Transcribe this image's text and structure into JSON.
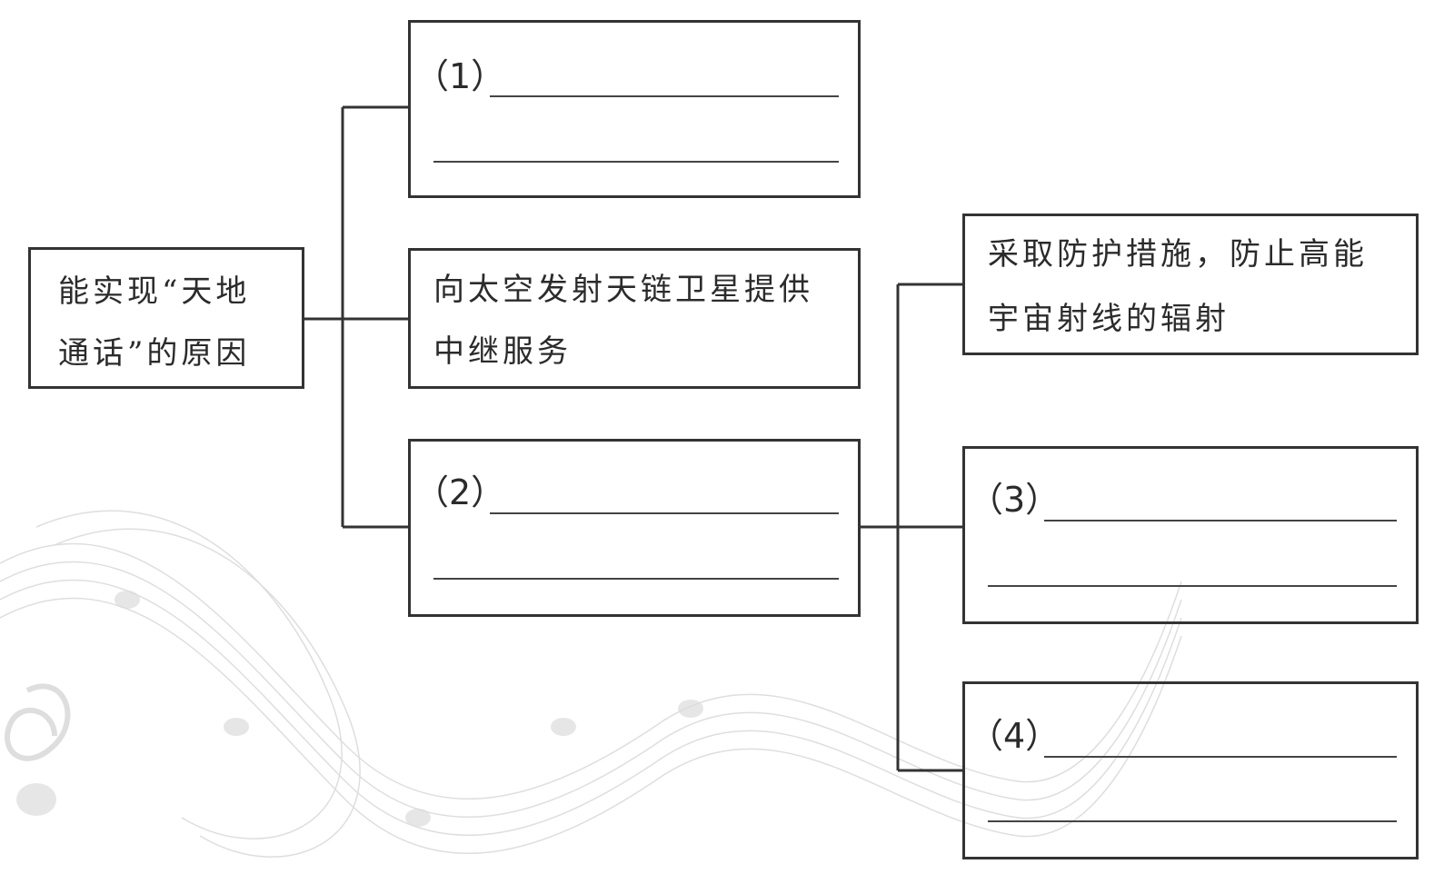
{
  "root": {
    "line1": "能实现“天地",
    "line2": "通话”的原因"
  },
  "branch_1": {
    "number": "（1）"
  },
  "branch_relay": {
    "line1": "向太空发射天链卫星提供",
    "line2": "中继服务"
  },
  "branch_2": {
    "number": "（2）"
  },
  "sub_protection": {
    "line1": "采取防护措施，防止高能",
    "line2": "宇宙射线的辐射"
  },
  "sub_3": {
    "number": "（3）"
  },
  "sub_4": {
    "number": "（4）"
  }
}
